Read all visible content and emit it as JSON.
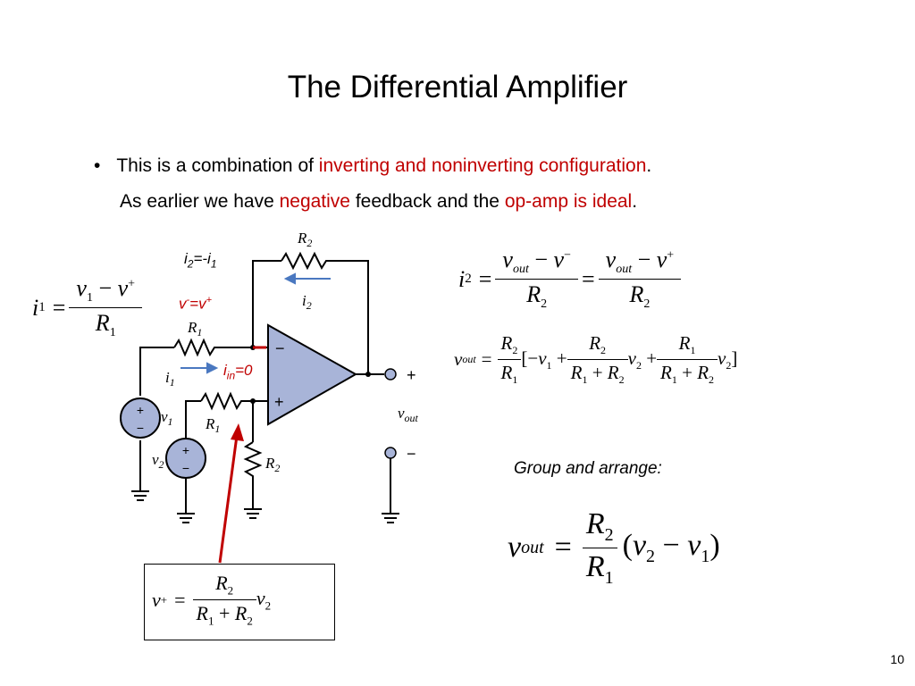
{
  "slide": {
    "title": "The Differential Amplifier",
    "page_number": "10"
  },
  "bullet": {
    "marker": "•",
    "line1_pre": "This is a combination of ",
    "line1_red": "inverting and noninverting configuration",
    "line1_post": ".",
    "line2_pre": "As earlier we have ",
    "line2_red1": "negative",
    "line2_mid": " feedback and the ",
    "line2_red2": "op-amp is ideal",
    "line2_post": "."
  },
  "annotations": {
    "i2_rel_i": "i",
    "i2_rel_sub1": "2",
    "i2_rel_mid": "=-i",
    "i2_rel_sub2": "1",
    "vminus_eq": "v",
    "vminus_sup": "-",
    "vminus_mid": "=v",
    "vplus_sup": "+",
    "iin_i": "i",
    "iin_sub": "in",
    "iin_val": "=0",
    "group_text": "Group and arrange:"
  },
  "circuit": {
    "R1_top": "R",
    "R1_top_sub": "1",
    "R1_bot": "R",
    "R1_bot_sub": "1",
    "R2_top": "R",
    "R2_top_sub": "2",
    "R2_bot": "R",
    "R2_bot_sub": "2",
    "i1": "i",
    "i1_sub": "1",
    "i2": "i",
    "i2_sub": "2",
    "v1": "v",
    "v1_sub": "1",
    "v2": "v",
    "v2_sub": "2",
    "vout": "v",
    "vout_sub": "out",
    "minus": "−",
    "plus": "+",
    "out_plus": "+",
    "out_minus": "−"
  },
  "colors": {
    "red": "#c00000",
    "opamp_fill": "#a8b4d8",
    "arrow_blue": "#4a78c0",
    "source_fill": "#a8b4d8"
  }
}
